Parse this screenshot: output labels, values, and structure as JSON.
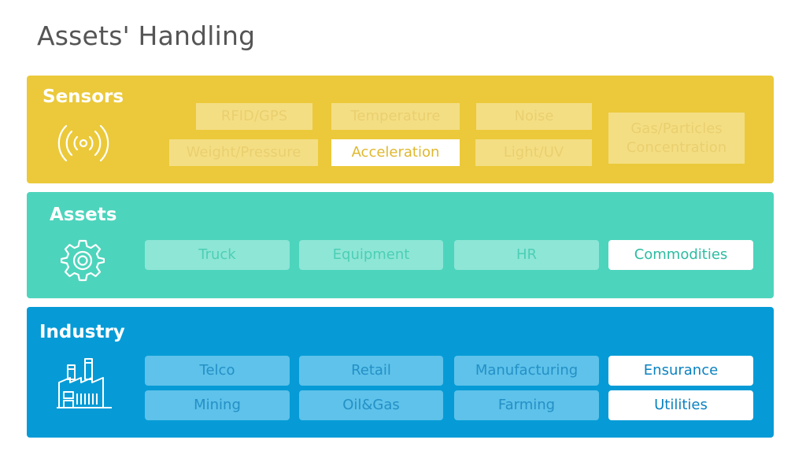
{
  "title": "Assets' Handling",
  "sections": {
    "sensors": {
      "label": "Sensors",
      "icon": "sensor-signal-icon",
      "items": [
        "RFID/GPS",
        "Temperature",
        "Noise",
        "Weight/Pressure",
        "Acceleration",
        "Light/UV",
        "Gas/Particles Concentration"
      ],
      "highlighted": [
        "Acceleration"
      ]
    },
    "assets": {
      "label": "Assets",
      "icon": "gear-icon",
      "items": [
        "Truck",
        "Equipment",
        "HR",
        "Commodities"
      ],
      "highlighted": [
        "Commodities"
      ]
    },
    "industry": {
      "label": "Industry",
      "icon": "factory-icon",
      "items": [
        "Telco",
        "Retail",
        "Manufacturing",
        "Ensurance",
        "Mining",
        "Oil&Gas",
        "Farming",
        "Utilities"
      ],
      "highlighted": [
        "Ensurance",
        "Utilities"
      ]
    }
  },
  "colors": {
    "sensors": "#ebc93a",
    "assets": "#4dd4bc",
    "industry": "#069bd6",
    "title_text": "#555555"
  }
}
